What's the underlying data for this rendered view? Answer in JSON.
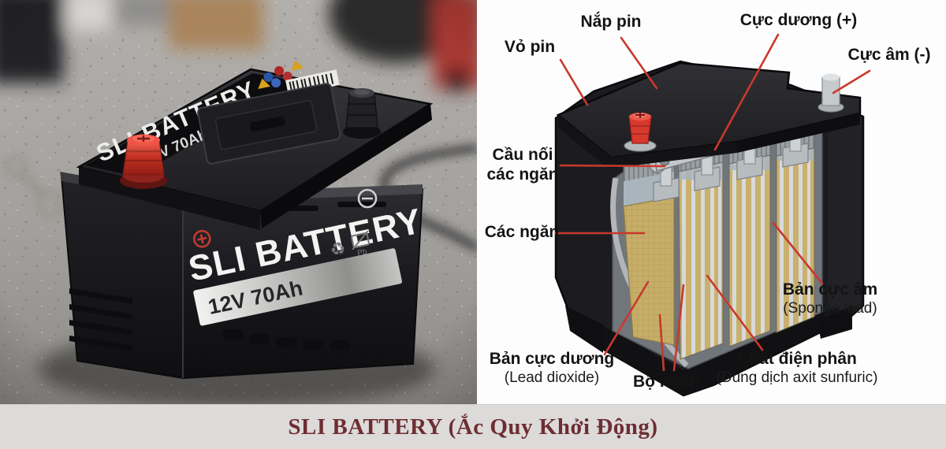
{
  "caption": "SLI BATTERY (Ắc Quy Khởi Động)",
  "photo": {
    "top_label": {
      "brand": "SLI BATTERY",
      "spec": "12V 70Ah"
    },
    "front_label": {
      "brand": "SLI BATTERY",
      "spec": "12V 70Ah",
      "recycle": "♻",
      "pb": "Pb"
    }
  },
  "diagram": {
    "labels": {
      "vo_pin": "Vỏ pin",
      "nap_pin": "Nắp pin",
      "cuc_duong": "Cực dương (+)",
      "cuc_am": "Cực âm (-)",
      "cau_noi_1": "Cầu nối",
      "cau_noi_2": "các ngăn",
      "cac_ngan": "Các ngăn",
      "ban_cuc_duong": "Bản cực dương",
      "ban_cuc_duong_sub": "(Lead dioxide)",
      "bo_ngan": "Bộ ngăn",
      "chat_dien_phan": "Chất điện phân",
      "chat_dien_phan_sub": "(Dung dịch axit sunfuric)",
      "ban_cuc_am": "Bản cực âm",
      "ban_cuc_am_sub": "(Sponge lead)"
    },
    "colors": {
      "leader": "#c9392d",
      "terminal_red": "#d8392d"
    }
  }
}
